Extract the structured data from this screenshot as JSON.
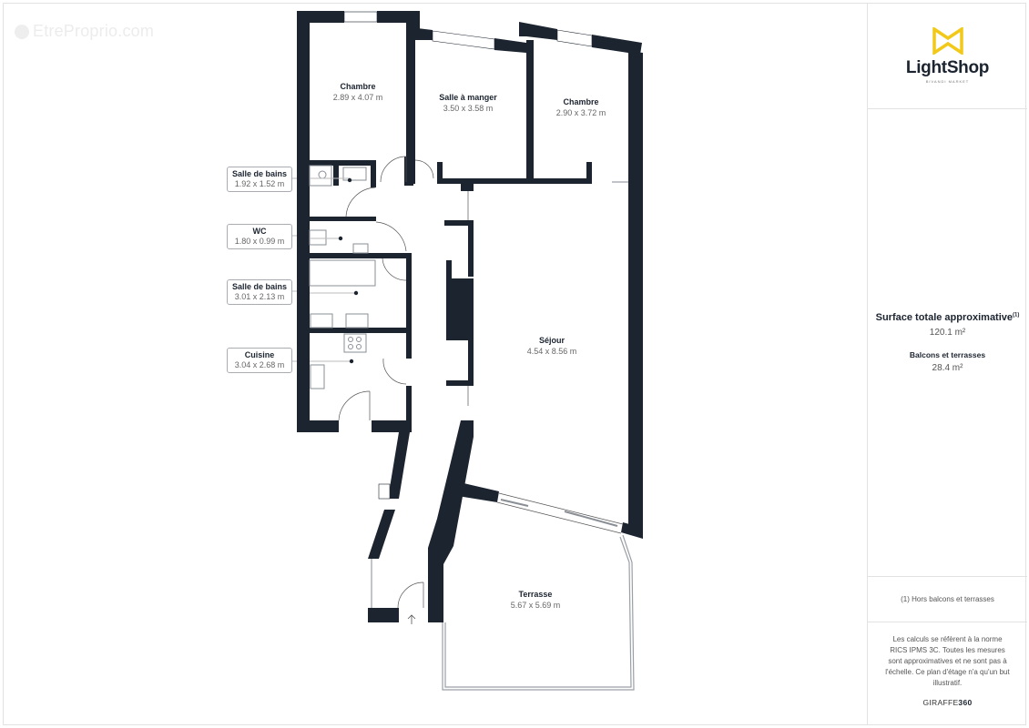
{
  "watermark": {
    "text": "EtreProprio.com",
    "icon": "copyright-icon"
  },
  "logo": {
    "brand": "LightShop",
    "tagline": "BIVANDI MARKET",
    "mark_color": "#f2c919"
  },
  "rooms": {
    "chambre1": {
      "name": "Chambre",
      "dim": "2.89 x 4.07 m"
    },
    "salle_a_manger": {
      "name": "Salle à manger",
      "dim": "3.50 x 3.58 m"
    },
    "chambre2": {
      "name": "Chambre",
      "dim": "2.90 x 3.72 m"
    },
    "sejour": {
      "name": "Séjour",
      "dim": "4.54 x 8.56 m"
    },
    "terrasse": {
      "name": "Terrasse",
      "dim": "5.67 x 5.69 m"
    },
    "sdb1": {
      "name": "Salle de bains",
      "dim": "1.92 x 1.52 m"
    },
    "wc": {
      "name": "WC",
      "dim": "1.80 x 0.99 m"
    },
    "sdb2": {
      "name": "Salle de bains",
      "dim": "3.01 x 2.13 m"
    },
    "cuisine": {
      "name": "Cuisine",
      "dim": "3.04 x 2.68 m"
    }
  },
  "summary": {
    "total_title": "Surface totale approximative",
    "total_footnote_mark": "(1)",
    "total_value": "120.1 m²",
    "balcony_title": "Balcons et terrasses",
    "balcony_value": "28.4 m²"
  },
  "footnote": "(1) Hors balcons et terrasses",
  "disclaimer": "Les calculs se réfèrent à la norme RICS IPMS 3C. Toutes les mesures sont approximatives et ne sont pas à l'échelle. Ce plan d'étage n'a qu'un but illustratif.",
  "credit": {
    "prefix": "GIRAFFE",
    "suffix": "360"
  },
  "colors": {
    "wall": "#1c2430",
    "text_dim": "#666666",
    "border": "#e2e2e2"
  }
}
